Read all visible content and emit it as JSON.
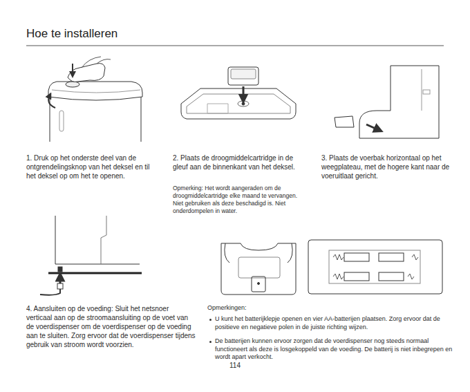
{
  "diagram": {
    "title": "Hoe te installeren",
    "labels": [
      "1. Druk op het onderste deel van de ontgrendelingsknop van het deksel en til het deksel op om het te openen.",
      "2. Plaats de droogmiddelcartridge in de gleuf aan de binnenkant van het deksel.",
      "Opmerking: Het wordt aangeraden om de droogmiddelcartridge elke maand te vervangen. Niet gebruiken als deze beschadigd is. Niet onderdompelen in water.",
      "3. Plaats de voerbak horizontaal op het weegplateau, met de hogere kant naar de voeruitlaat gericht.",
      "4. Aansluiten op de voeding: Sluit het netsnoer verticaal aan op de stroomaansluiting op de voet van de voerdispenser om de voerdispenser op de voeding aan te sluiten. Zorg ervoor dat de voerdispenser tijdens gebruik van stroom wordt voorzien.",
      "Opmerkingen:",
      "U kunt het batterijklepje openen en vier AA-batterijen plaatsen. Zorg ervoor dat de positieve en negatieve polen in de juiste richting wijzen.",
      "De batterijen kunnen ervoor zorgen dat de voerdispenser nog steeds normaal functioneert als deze is losgekoppeld van de voeding. De batterij is niet inbegrepen en wordt apart verkocht.",
      "114"
    ]
  }
}
